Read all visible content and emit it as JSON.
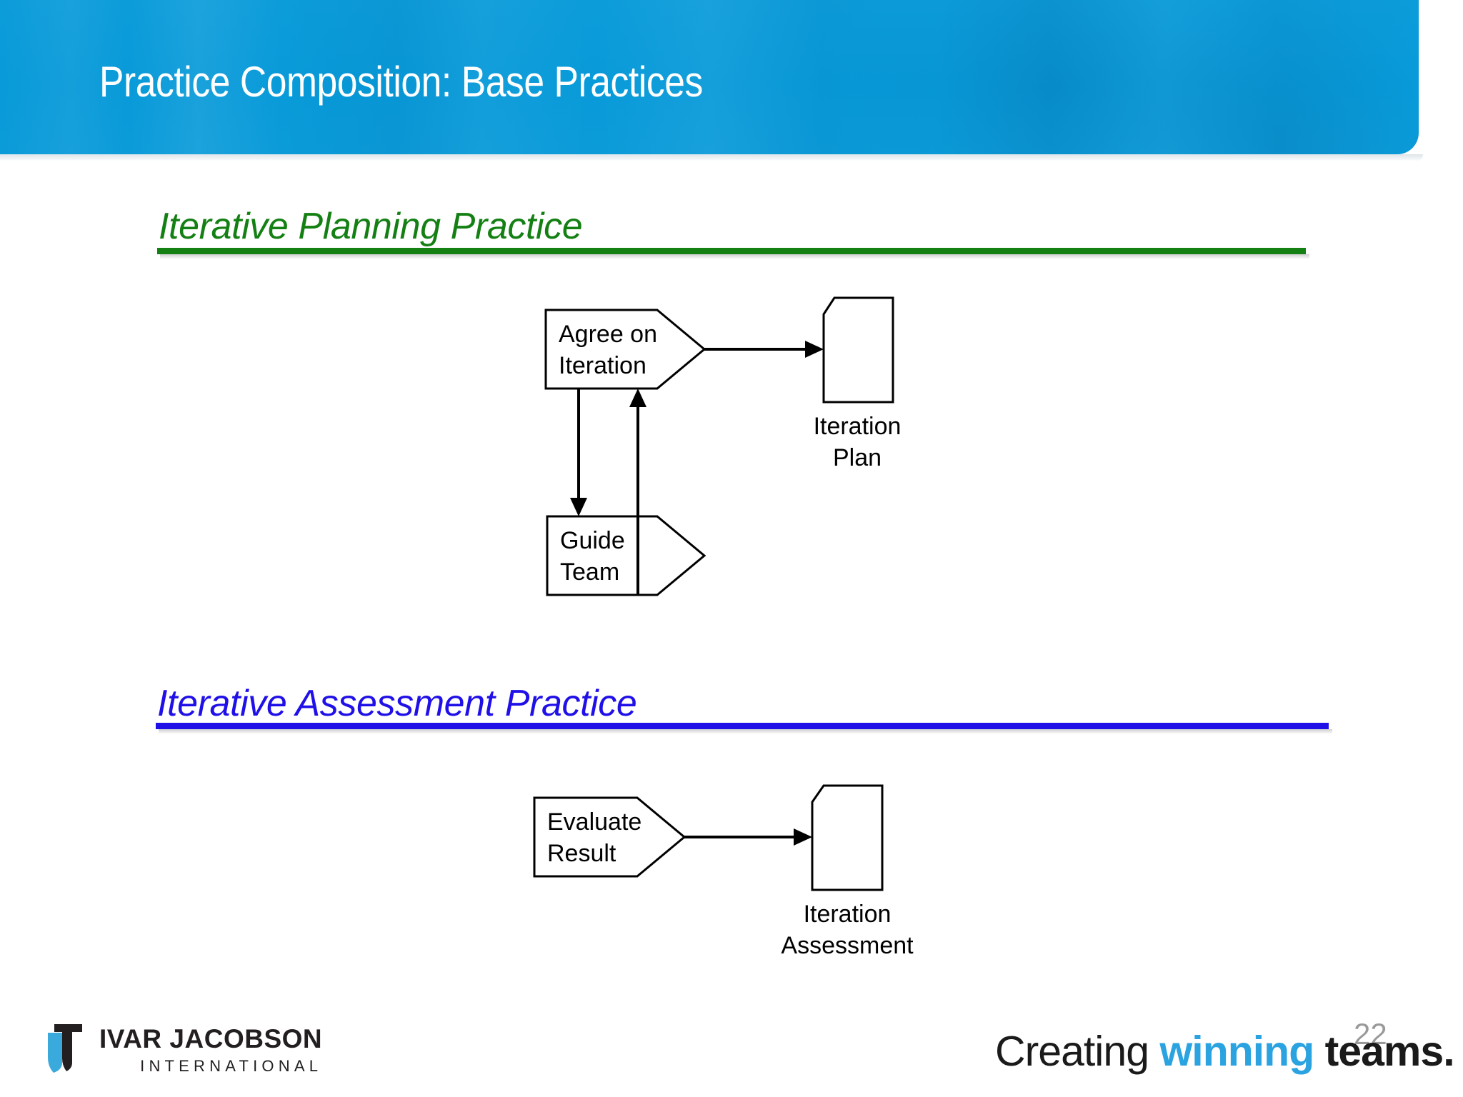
{
  "slide": {
    "title": "Practice Composition: Base Practices",
    "page_number": "22",
    "banner_color": "#089ad9"
  },
  "sections": [
    {
      "heading": "Iterative Planning Practice",
      "accent_color": "#148014",
      "diagram": {
        "activities": [
          {
            "name": "agree-on-iteration",
            "line1": "Agree on",
            "line2": "Iteration"
          },
          {
            "name": "guide-team",
            "line1": "Guide",
            "line2": "Team"
          }
        ],
        "artifacts": [
          {
            "name": "iteration-plan",
            "line1": "Iteration",
            "line2": "Plan"
          }
        ]
      }
    },
    {
      "heading": "Iterative Assessment Practice",
      "accent_color": "#2010e8",
      "diagram": {
        "activities": [
          {
            "name": "evaluate-result",
            "line1": "Evaluate",
            "line2": "Result"
          }
        ],
        "artifacts": [
          {
            "name": "iteration-assessment",
            "line1": "Iteration",
            "line2": "Assessment"
          }
        ]
      }
    }
  ],
  "footer": {
    "logo_name": "IVAR JACOBSON",
    "logo_sub": "INTERNATIONAL",
    "tagline_part1": "Creating ",
    "tagline_accent": "winning",
    "tagline_part2": " teams.",
    "tagline_accent_color": "#2ba3e0"
  }
}
